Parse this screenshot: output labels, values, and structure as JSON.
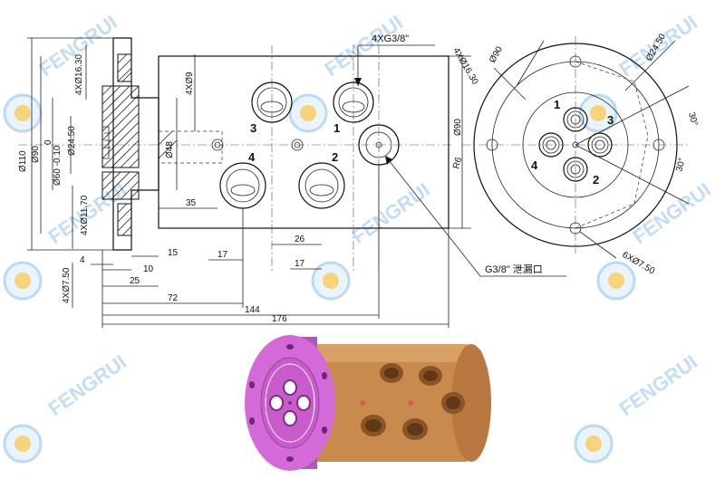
{
  "watermark": {
    "text": "FENGRUI",
    "color": "#8fc3f2"
  },
  "callouts": {
    "thread_ports": "4XG3/8\"",
    "leak_port": "G3/8\" 泄漏口"
  },
  "port_labels": [
    "1",
    "2",
    "3",
    "4"
  ],
  "side_view_dims": {
    "d110": "Ø110",
    "d90": "Ø90",
    "zero": "0",
    "d60": "Ø60 -0.10",
    "d24_50": "Ø24.50",
    "d16_30": "4XØ16.30",
    "d11_70": "4XØ11.70",
    "d7_50": "4XØ7.50",
    "d9": "4XØ9",
    "d48": "Ø48"
  },
  "front_view_dims": {
    "d90": "Ø90",
    "l35": "35",
    "l26": "26",
    "l17a": "17",
    "l17b": "17",
    "l15": "15",
    "l4": "4",
    "l10": "10",
    "l25": "25",
    "l72": "72",
    "l144": "144",
    "l176": "176"
  },
  "end_view_dims": {
    "d90": "Ø90",
    "d16_30": "4XØ16.30",
    "d24_50": "Ø24.50",
    "a30a": "30°",
    "a30b": "30°",
    "r6": "R6",
    "d7_50": "6XØ7.50"
  },
  "colors": {
    "flange": "#d46ad8",
    "body": "#c98a4e",
    "body_dark": "#a66a35",
    "line": "#111111"
  }
}
